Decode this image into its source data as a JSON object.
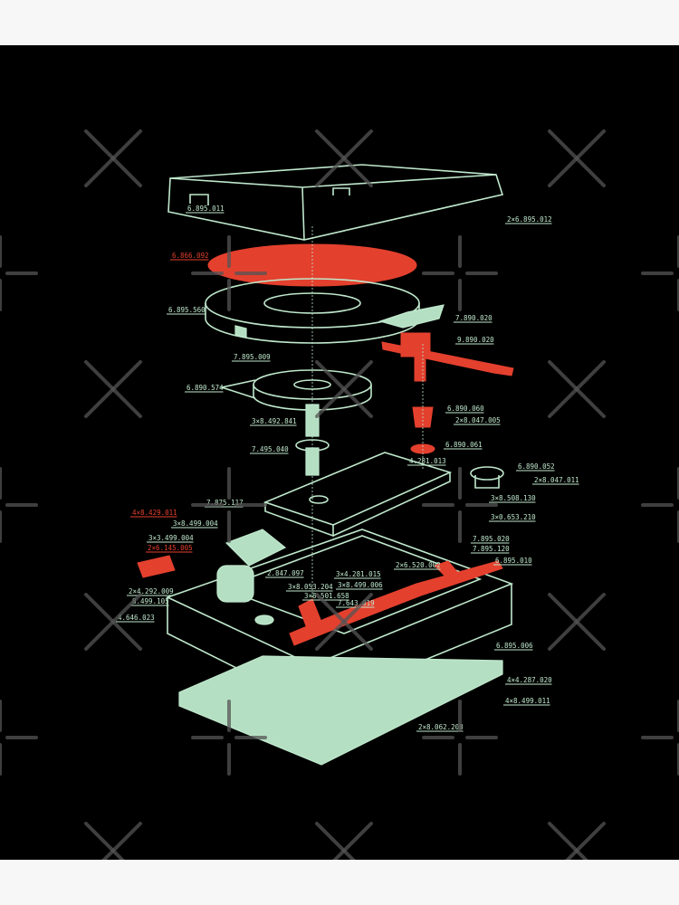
{
  "colors": {
    "background": "#000000",
    "line": "#bfe8cc",
    "accent": "#e4402e",
    "frame": "#f7f7f7"
  },
  "labels": [
    {
      "text": "6.895.011",
      "color": "green"
    },
    {
      "text": "2×6.895.012",
      "color": "green"
    },
    {
      "text": "6.866.092",
      "color": "red"
    },
    {
      "text": "6.895.560",
      "color": "green"
    },
    {
      "text": "7.890.020",
      "color": "green"
    },
    {
      "text": "9.890.020",
      "color": "green"
    },
    {
      "text": "7.895.009",
      "color": "green"
    },
    {
      "text": "6.890.574",
      "color": "green"
    },
    {
      "text": "6.890.060",
      "color": "green"
    },
    {
      "text": "2×8.047.005",
      "color": "green"
    },
    {
      "text": "3×8.492.841",
      "color": "green"
    },
    {
      "text": "7.495.040",
      "color": "green"
    },
    {
      "text": "6.890.061",
      "color": "green"
    },
    {
      "text": "4.281.013",
      "color": "green"
    },
    {
      "text": "6.890.052",
      "color": "green"
    },
    {
      "text": "2×8.047.011",
      "color": "green"
    },
    {
      "text": "7.875.117",
      "color": "green"
    },
    {
      "text": "4×8.429.011",
      "color": "red"
    },
    {
      "text": "3×8.499.004",
      "color": "green"
    },
    {
      "text": "3×3.499.004",
      "color": "green"
    },
    {
      "text": "2×6.145.005",
      "color": "red"
    },
    {
      "text": "3×8.508.130",
      "color": "green"
    },
    {
      "text": "3×0.653.210",
      "color": "green"
    },
    {
      "text": "7.895.020",
      "color": "green"
    },
    {
      "text": "7.895.120",
      "color": "green"
    },
    {
      "text": "6.895.010",
      "color": "green"
    },
    {
      "text": "2×6.520.002",
      "color": "green"
    },
    {
      "text": "3×4.281.015",
      "color": "green"
    },
    {
      "text": "3×8.499.006",
      "color": "green"
    },
    {
      "text": "2.847.097",
      "color": "green"
    },
    {
      "text": "3×8.053.204",
      "color": "green"
    },
    {
      "text": "3×8.501.658",
      "color": "green"
    },
    {
      "text": "7.643.019",
      "color": "green"
    },
    {
      "text": "2×4.292.009",
      "color": "green"
    },
    {
      "text": "8.499.105",
      "color": "green"
    },
    {
      "text": "4.646.023",
      "color": "green"
    },
    {
      "text": "6.895.006",
      "color": "green"
    },
    {
      "text": "4×4.287.020",
      "color": "green"
    },
    {
      "text": "4×8.499.011",
      "color": "green"
    },
    {
      "text": "2×8.062.208",
      "color": "green"
    }
  ]
}
